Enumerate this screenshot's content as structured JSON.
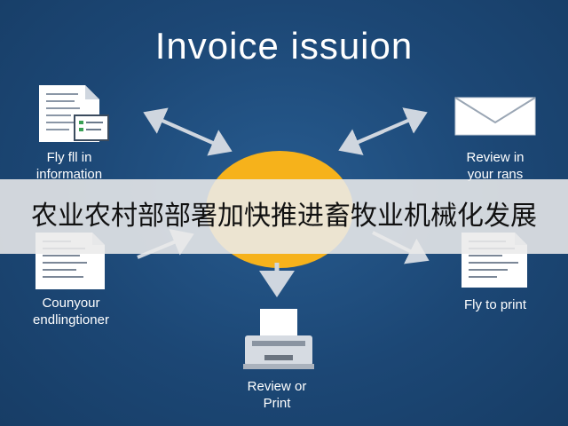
{
  "title": "Invoice issuion",
  "nodes": {
    "top_left": {
      "line1": "Fly fll in",
      "line2": "information"
    },
    "top_right": {
      "line1": "Review in",
      "line2": "your rans"
    },
    "bottom_left": {
      "line1": "Counyour",
      "line2": "endlingtioner"
    },
    "bottom_right": {
      "line1": "Fly to print"
    },
    "bottom_center": {
      "line1": "Review or",
      "line2": "Print"
    }
  },
  "banner": {
    "text": "农业农村部部署加快推进畜牧业机械化发展"
  },
  "colors": {
    "background": "#1d4a7a",
    "hub": "#f6b21b",
    "arrow": "#cfd6df",
    "text": "#ffffff"
  },
  "icons": {
    "top_left": "document-form-icon",
    "top_right": "envelope-icon",
    "bottom_left": "invoice-document-icon",
    "bottom_right": "invoice-document-icon",
    "bottom_center": "printer-icon"
  }
}
